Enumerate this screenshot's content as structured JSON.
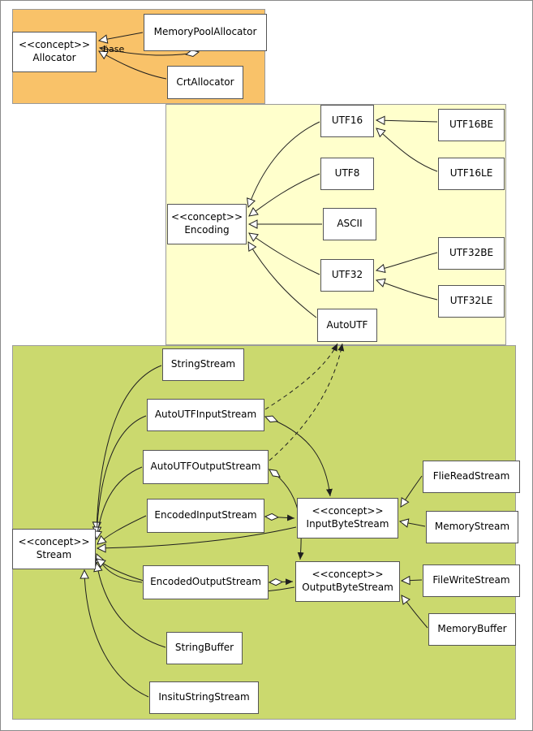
{
  "colors": {
    "allocator_region": "#f9c269",
    "encoding_region": "#ffffcc",
    "stream_region": "#cbd96e"
  },
  "edge_labels": {
    "base": "base"
  },
  "nodes": {
    "allocator": {
      "stereotype": "<<concept>>",
      "label": "Allocator"
    },
    "memory_pool_allocator": {
      "label": "MemoryPoolAllocator"
    },
    "crt_allocator": {
      "label": "CrtAllocator"
    },
    "encoding": {
      "stereotype": "<<concept>>",
      "label": "Encoding"
    },
    "utf16": {
      "label": "UTF16"
    },
    "utf8": {
      "label": "UTF8"
    },
    "ascii": {
      "label": "ASCII"
    },
    "utf32": {
      "label": "UTF32"
    },
    "autoutf": {
      "label": "AutoUTF"
    },
    "utf16be": {
      "label": "UTF16BE"
    },
    "utf16le": {
      "label": "UTF16LE"
    },
    "utf32be": {
      "label": "UTF32BE"
    },
    "utf32le": {
      "label": "UTF32LE"
    },
    "stream": {
      "stereotype": "<<concept>>",
      "label": "Stream"
    },
    "string_stream": {
      "label": "StringStream"
    },
    "autoutf_input_stream": {
      "label": "AutoUTFInputStream"
    },
    "autoutf_output_stream": {
      "label": "AutoUTFOutputStream"
    },
    "encoded_input_stream": {
      "label": "EncodedInputStream"
    },
    "encoded_output_stream": {
      "label": "EncodedOutputStream"
    },
    "input_byte_stream": {
      "stereotype": "<<concept>>",
      "label": "InputByteStream"
    },
    "output_byte_stream": {
      "stereotype": "<<concept>>",
      "label": "OutputByteStream"
    },
    "string_buffer": {
      "label": "StringBuffer"
    },
    "insitu_string_stream": {
      "label": "InsituStringStream"
    },
    "flie_read_stream": {
      "label": "FlieReadStream"
    },
    "memory_stream": {
      "label": "MemoryStream"
    },
    "file_write_stream": {
      "label": "FileWriteStream"
    },
    "memory_buffer": {
      "label": "MemoryBuffer"
    }
  }
}
